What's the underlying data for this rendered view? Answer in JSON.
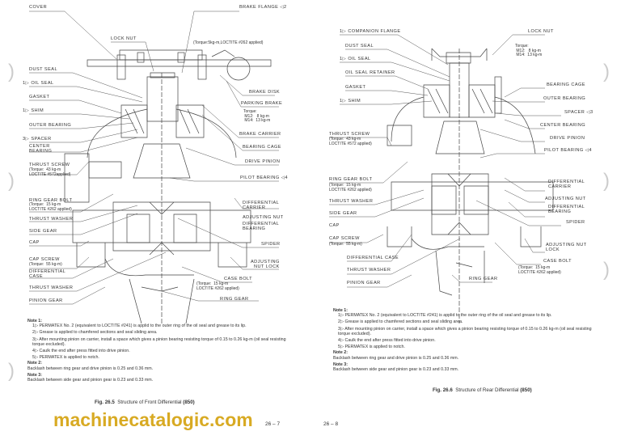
{
  "left": {
    "labels": {
      "cover": "COVER",
      "brake_flange": "BRAKE FLANGE ◁2",
      "lock_nut": "LOCK NUT",
      "lock_nut_torque": "(Torque:5kg-m,LOCTITE #262 applied)",
      "dust_seal": "DUST SEAL",
      "oil_seal": "1▷ OIL SEAL",
      "gasket": "GASKET",
      "brake_disk": "BRAKE DISK",
      "parking_brake": "PARKING BRAKE",
      "shim": "1▷ SHIM",
      "torque_m": "Torque:\n M12:   8 kg-m\n M14:  13 kg-m",
      "outer_bearing": "OUTER BEARING",
      "brake_carrier": "BRAKE CARRIER",
      "spacer": "3▷ SPACER",
      "center_bearing": "CENTER\nBEARING",
      "bearing_cage": "BEARING CAGE",
      "drive_pinion": "DRIVE PINION",
      "thrust_screw": "THRUST SCREW",
      "thrust_screw_torque": "(Torque:  43 kg-m\nLOCTITE #572applied)",
      "pilot_bearing": "PILOT BEARING ◁4",
      "ring_gear_bolt": "RING GEAR BOLT",
      "ring_gear_bolt_torque": "(Torque:  15 kg-m\nLOCTITE #262 applied)",
      "differential_carrier": "DIFFERENTIAL\nCARRIER",
      "thrust_washer_1": "THRUST WASHER",
      "adjusting_nut": "ADJUSTING NUT",
      "differential_bearing": "DIFFERENTIAL\nBEARING",
      "side_gear": "SIDE GEAR",
      "cap": "CAP",
      "spider": "SPIDER",
      "cap_screw": "CAP SCREW",
      "cap_screw_torque": "(Torque:  55 kg-m)",
      "adjusting_nut_lock": "ADJUSTING\nNUT LOCK",
      "differential_case": "DIFFERENTIAL\nCASE",
      "case_bolt": "CASE BOLT",
      "case_bolt_torque": "(Torque:  15 kg-m\nLOCTITE #262 applied)",
      "thrust_washer_2": "THRUST WASHER",
      "ring_gear": "RING GEAR",
      "pinion_gear": "PINION GEAR"
    },
    "notes": {
      "note1_title": "Note 1:",
      "n1": "1▷ PERMATEX No. 2 (equivalent to LOCTITE #241) is applid to the outer ring of the oil seal and grease to its lip.",
      "n2": "2▷ Grease is applied to chamfered sections and seal sliding area.",
      "n3": "3▷ After mounting pinion on carrier, install a space which gives a pinion bearing resisting torque of 0.15 to 0.26 kg-m (oil seal resisting torque excluded).",
      "n4": "4▷ Caulk the end after press fitted into drive pinion.",
      "n5": "5▷ PERMATEX is applied to notch.",
      "note2_title": "Note 2:",
      "note2": "Backlash between ring gear and drive pinion is 0.25 and 0.36 mm.",
      "note3_title": "Note 3:",
      "note3": "Backlash between side gear and pinion gear is 0.23 and 0.33 mm."
    },
    "fig_num": "Fig. 26.5",
    "fig_title": "Structure of Front Differential",
    "fig_model": "(850)",
    "page_number": "26 – 7"
  },
  "right": {
    "labels": {
      "companion_flange": "1▷ COMPANION FLANGE",
      "lock_nut": "LOCK NUT",
      "dust_seal": "DUST SEAL",
      "torque_m": "Torque:\n M12:   8 kg-m\n M14:  13 kg-m",
      "oil_seal": "1▷ OIL SEAL",
      "oil_seal_retainer": "OIL SEAL RETAINER",
      "gasket": "GASKET",
      "bearing_cage": "BEARING CAGE",
      "shim": "1▷ SHIM",
      "outer_bearing": "OUTER BEARING",
      "spacer": "SPACER ◁3",
      "center_bearing": "CENTER BEARING",
      "thrust_screw": "THRUST SCREW",
      "thrust_screw_torque": "(Torque:  43 kg-m\nLOCTITE #572 applied)",
      "drive_pinion": "DRIVE PINION",
      "pilot_bearing": "PILOT BEARING ◁4",
      "ring_gear_bolt": "RING GEAR BOLT",
      "ring_gear_bolt_torque": "(Torque:  15 kg-m\nLOCTITE #262 applied)",
      "differential_carrier": "DIFFERENTIAL\nCARRIER",
      "thrust_washer_1": "THRUST WASHER",
      "adjusting_nut": "ADJUSTING NUT",
      "side_gear": "SIDE GEAR",
      "differential_bearing": "DIFFERENTIAL\nBEARING",
      "cap": "CAP",
      "spider": "SPIDER",
      "cap_screw": "CAP SCREW",
      "cap_screw_torque": "(Torque:  55 kg-m)",
      "adjusting_nut_lock": "ADJUSTING NUT\nLOCK",
      "differential_case": "DIFFERENTIAL CASE",
      "case_bolt": "CASE BOLT",
      "case_bolt_torque": "(Torque:  15 kg-m\nLOCTITE #262 applied)",
      "thrust_washer_2": "THRUST WASHER",
      "ring_gear": "RING GEAR",
      "pinion_gear": "PINION GEAR"
    },
    "notes": {
      "note1_title": "Note 1:",
      "n1": "1▷ PERMATEX No. 2 (equivalent to LOCTITE #241) is applid to the outer ring of the oil seal and grease to its lip.",
      "n2": "2▷ Grease is applied to chamfered sections and seal sliding area.",
      "n3": "3▷ After mounting pinion on carrier, install a space which gives a pinion bearing resisting torque of 0.15 to 0.26 kg-m (oil seal resisting torque excluded).",
      "n4": "4▷ Caulk the end after press fitted into drive pinion.",
      "n5": "5▷ PERMATEX is applied to notch.",
      "note2_title": "Note 2:",
      "note2": "Backlash between ring gear and drive pinion is 0.25 and 0.36 mm.",
      "note3_title": "Note 3:",
      "note3": "Backlash between side gear and pinion gear is 0.23 and 0.33 mm."
    },
    "fig_num": "Fig. 26.6",
    "fig_title": "Structure of Rear Differential",
    "fig_model": "(850)",
    "page_number": "26 – 8"
  },
  "watermark": "machinecatalogic.com"
}
